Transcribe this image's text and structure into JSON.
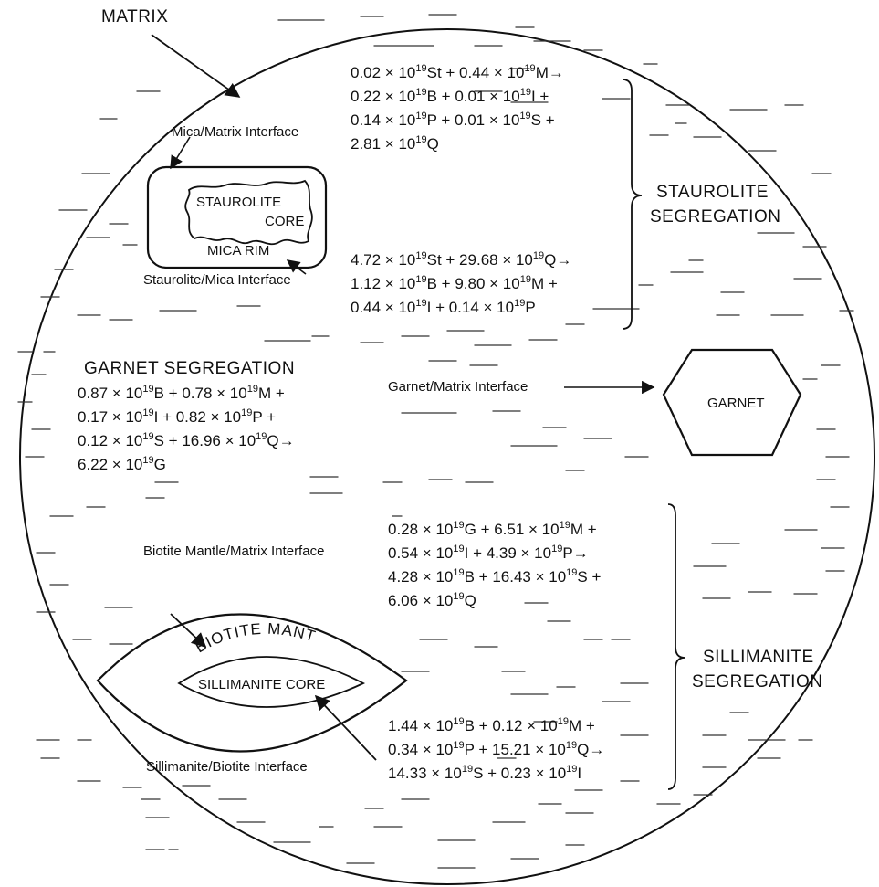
{
  "matrix_label": "MATRIX",
  "interfaces": {
    "mica_matrix": "Mica/Matrix Interface",
    "staurolite_mica": "Staurolite/Mica Interface",
    "garnet_matrix": "Garnet/Matrix Interface",
    "biotite_matrix": "Biotite Mantle/Matrix Interface",
    "sillimanite_biotite": "Sillimanite/Biotite Interface"
  },
  "minerals": {
    "staurolite": "STAUROLITE",
    "core": "CORE",
    "mica_rim": "MICA RIM",
    "garnet": "GARNET",
    "biotite_mantle": "BIOTITE MANTLE",
    "sillimanite_core": "SILLIMANITE CORE"
  },
  "segregations": {
    "staurolite_line1": "STAUROLITE",
    "staurolite_line2": "SEGREGATION",
    "garnet": "GARNET SEGREGATION",
    "sillimanite_line1": "SILLIMANITE",
    "sillimanite_line2": "SEGREGATION"
  },
  "exponent": "19",
  "equations": {
    "staurolite_mica_matrix": [
      [
        [
          "0.02 × 10",
          "St + 0.44 × 10",
          "M→"
        ]
      ],
      [
        [
          "0.22 × 10",
          "B + 0.01 × 10",
          "I +"
        ]
      ],
      [
        [
          "0.14 × 10",
          "P + 0.01 × 10",
          "S +"
        ]
      ],
      [
        [
          "2.81 × 10",
          "Q"
        ]
      ]
    ],
    "staurolite_core": [
      [
        [
          "4.72 × 10",
          "St + 29.68 × 10",
          "Q→"
        ]
      ],
      [
        [
          "1.12 × 10",
          "B + 9.80 × 10",
          "M +"
        ]
      ],
      [
        [
          "0.44 × 10",
          "I + 0.14 × 10",
          "P"
        ]
      ]
    ],
    "garnet": [
      [
        [
          "0.87 × 10",
          "B + 0.78 × 10",
          "M +"
        ]
      ],
      [
        [
          "0.17 × 10",
          "I + 0.82 × 10",
          "P +"
        ]
      ],
      [
        [
          "0.12 × 10",
          "S + 16.96 × 10",
          "Q→"
        ]
      ],
      [
        [
          "6.22 × 10",
          "G"
        ]
      ]
    ],
    "sillimanite_outer": [
      [
        [
          "0.28 × 10",
          "G + 6.51 × 10",
          "M +"
        ]
      ],
      [
        [
          "0.54 × 10",
          "I + 4.39 × 10",
          "P→"
        ]
      ],
      [
        [
          "4.28 × 10",
          "B + 16.43 × 10",
          "S +"
        ]
      ],
      [
        [
          "6.06 × 10",
          "Q"
        ]
      ]
    ],
    "sillimanite_inner": [
      [
        [
          "1.44 × 10",
          "B + 0.12 × 10",
          "M +"
        ]
      ],
      [
        [
          "0.34 × 10",
          "P + 15.21 × 10",
          "Q→"
        ]
      ],
      [
        [
          "14.33 × 10",
          "S + 0.23 × 10",
          "I"
        ]
      ]
    ]
  }
}
